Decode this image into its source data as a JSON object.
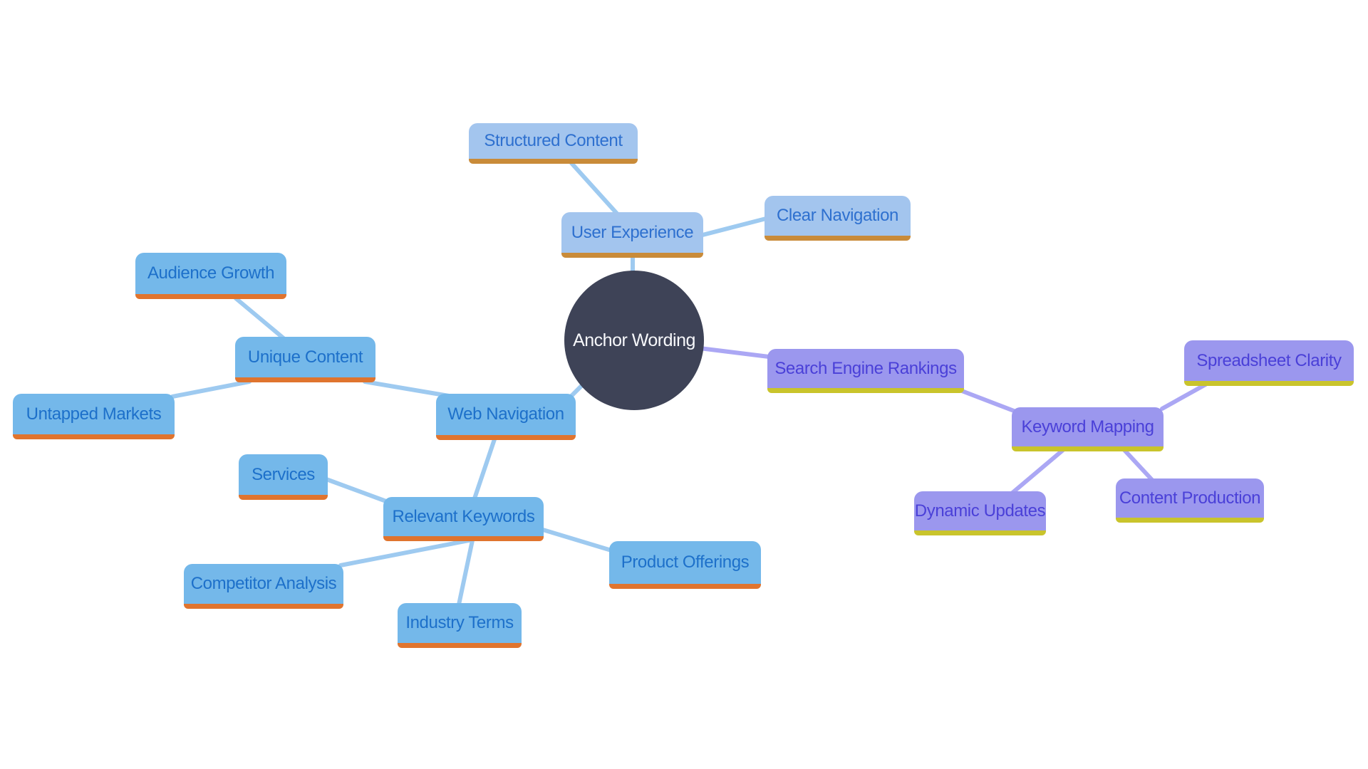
{
  "root": {
    "id": "anchor-wording",
    "label": "Anchor Wording"
  },
  "nodes": [
    {
      "id": "structured-content",
      "label": "Structured Content",
      "branch": "user-experience"
    },
    {
      "id": "user-experience",
      "label": "User Experience",
      "branch": "user-experience"
    },
    {
      "id": "clear-navigation",
      "label": "Clear Navigation",
      "branch": "user-experience"
    },
    {
      "id": "audience-growth",
      "label": "Audience Growth",
      "branch": "web-navigation"
    },
    {
      "id": "unique-content",
      "label": "Unique Content",
      "branch": "web-navigation"
    },
    {
      "id": "untapped-markets",
      "label": "Untapped Markets",
      "branch": "web-navigation"
    },
    {
      "id": "web-navigation",
      "label": "Web Navigation",
      "branch": "web-navigation"
    },
    {
      "id": "services",
      "label": "Services",
      "branch": "web-navigation"
    },
    {
      "id": "relevant-keywords",
      "label": "Relevant Keywords",
      "branch": "web-navigation"
    },
    {
      "id": "competitor-analysis",
      "label": "Competitor Analysis",
      "branch": "web-navigation"
    },
    {
      "id": "industry-terms",
      "label": "Industry Terms",
      "branch": "web-navigation"
    },
    {
      "id": "product-offerings",
      "label": "Product Offerings",
      "branch": "web-navigation"
    },
    {
      "id": "search-engine-rankings",
      "label": "Search Engine Rankings",
      "branch": "seo"
    },
    {
      "id": "keyword-mapping",
      "label": "Keyword Mapping",
      "branch": "seo"
    },
    {
      "id": "spreadsheet-clarity",
      "label": "Spreadsheet Clarity",
      "branch": "seo"
    },
    {
      "id": "dynamic-updates",
      "label": "Dynamic Updates",
      "branch": "seo"
    },
    {
      "id": "content-production",
      "label": "Content Production",
      "branch": "seo"
    }
  ],
  "edges": [
    [
      "anchor-wording",
      "user-experience"
    ],
    [
      "user-experience",
      "structured-content"
    ],
    [
      "user-experience",
      "clear-navigation"
    ],
    [
      "anchor-wording",
      "web-navigation"
    ],
    [
      "web-navigation",
      "unique-content"
    ],
    [
      "unique-content",
      "audience-growth"
    ],
    [
      "unique-content",
      "untapped-markets"
    ],
    [
      "web-navigation",
      "relevant-keywords"
    ],
    [
      "relevant-keywords",
      "services"
    ],
    [
      "relevant-keywords",
      "competitor-analysis"
    ],
    [
      "relevant-keywords",
      "industry-terms"
    ],
    [
      "relevant-keywords",
      "product-offerings"
    ],
    [
      "anchor-wording",
      "search-engine-rankings"
    ],
    [
      "search-engine-rankings",
      "keyword-mapping"
    ],
    [
      "keyword-mapping",
      "spreadsheet-clarity"
    ],
    [
      "keyword-mapping",
      "dynamic-updates"
    ],
    [
      "keyword-mapping",
      "content-production"
    ]
  ],
  "palette": {
    "canvas_bg": "#ffffff",
    "root_fill": "#3e4357",
    "root_text": "#f7f8fb",
    "ux_branch_fill": "#a3c5ee",
    "ux_branch_underline": "#c98b39",
    "ux_branch_text": "#2e70cf",
    "web_branch_fill": "#74b8ea",
    "web_branch_underline": "#e0742e",
    "web_branch_text": "#1d70ca",
    "seo_branch_fill": "#9b97ee",
    "seo_branch_underline": "#c9c42c",
    "seo_branch_text": "#4a40d8",
    "edge_blue": "#9ecaf0",
    "edge_purple": "#aba7f4"
  }
}
